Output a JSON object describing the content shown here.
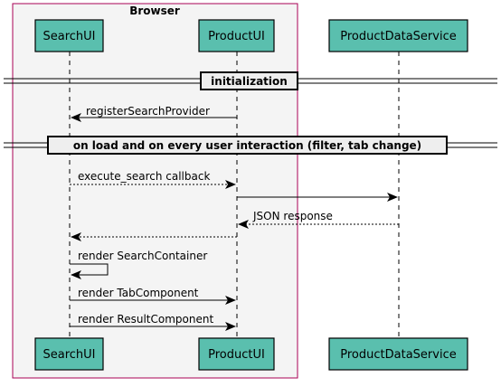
{
  "colors": {
    "participant_fill": "#5ABFAE",
    "box_border": "#AA0055",
    "box_fill": "#F4F4F4",
    "divider_fill": "#EEEEEE"
  },
  "box": {
    "title": "Browser"
  },
  "participants": {
    "search_ui": "SearchUI",
    "product_ui": "ProductUI",
    "product_data_service": "ProductDataService"
  },
  "dividers": {
    "initialization": "initialization",
    "on_load": "on load and on every user interaction (filter, tab change)"
  },
  "messages": {
    "register_search_provider": "registerSearchProvider",
    "execute_search_callback": "execute_search callback",
    "request_to_service": "",
    "json_response": "JSON response",
    "return_to_search": "",
    "render_search_container": "render SearchContainer",
    "render_tab_component": "render TabComponent",
    "render_result_component": "render ResultComponent"
  }
}
